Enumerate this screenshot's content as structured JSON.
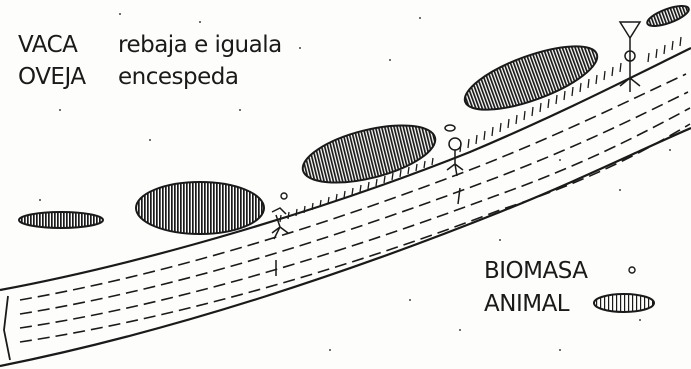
{
  "labels": {
    "animal_1": "VACA",
    "action_1": "rebaja e iguala",
    "animal_2": "OVEJA",
    "action_2": "encespeda",
    "legend_line_1": "BIOMASA",
    "legend_line_2": "ANIMAL"
  },
  "colors": {
    "ink": "#1a1a1a",
    "background": "#fdfdfb"
  },
  "legend_symbol": "biomass-ellipse-icon"
}
